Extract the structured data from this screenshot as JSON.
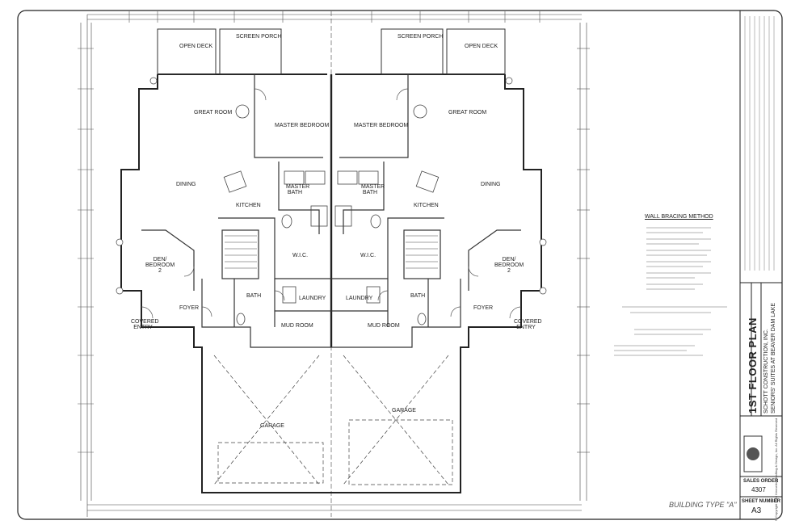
{
  "plan": {
    "rooms_left": {
      "open_deck": "OPEN DECK",
      "screen_porch": "SCREEN PORCH",
      "great_room": "GREAT ROOM",
      "master_bedroom": "MASTER BEDROOM",
      "dining": "DINING",
      "kitchen": "KITCHEN",
      "master_bath": "MASTER BATH",
      "wic": "W.I.C.",
      "den_bedroom_2": "DEN/ BEDROOM 2",
      "bath": "BATH",
      "laundry": "LAUNDRY",
      "foyer": "FOYER",
      "covered_entry": "COVERED ENTRY",
      "mud_room": "MUD ROOM",
      "garage": "GARAGE"
    },
    "rooms_right": {
      "open_deck": "OPEN DECK",
      "screen_porch": "SCREEN PORCH",
      "great_room": "GREAT ROOM",
      "master_bedroom": "MASTER BEDROOM",
      "dining": "DINING",
      "kitchen": "KITCHEN",
      "master_bath": "MASTER BATH",
      "wic": "W.I.C.",
      "den_bedroom_2": "DEN/ BEDROOM 2",
      "bath": "BATH",
      "laundry": "LAUNDRY",
      "foyer": "FOYER",
      "covered_entry": "COVERED ENTRY",
      "mud_room": "MUD ROOM",
      "garage": "GARAGE"
    },
    "notes": {
      "wall_bracing_title": "WALL BRACING METHOD",
      "building_type": "BUILDING TYPE \"A\""
    }
  },
  "title_block": {
    "sheet_title": "1ST FLOOR PLAN",
    "project_line1": "SCHOTT CONSTRUCTION, INC.",
    "project_line2": "SENIORS' SUITES AT BEAVER DAM LAKE",
    "sales_order_label": "SALES ORDER",
    "sales_order_value": "4307",
    "sheet_number_label": "SHEET NUMBER",
    "sheet_number_value": "A3",
    "copyright": "© Copyright 2015 Kenneling Drafting & Design, Inc. All Rights Reserved"
  }
}
